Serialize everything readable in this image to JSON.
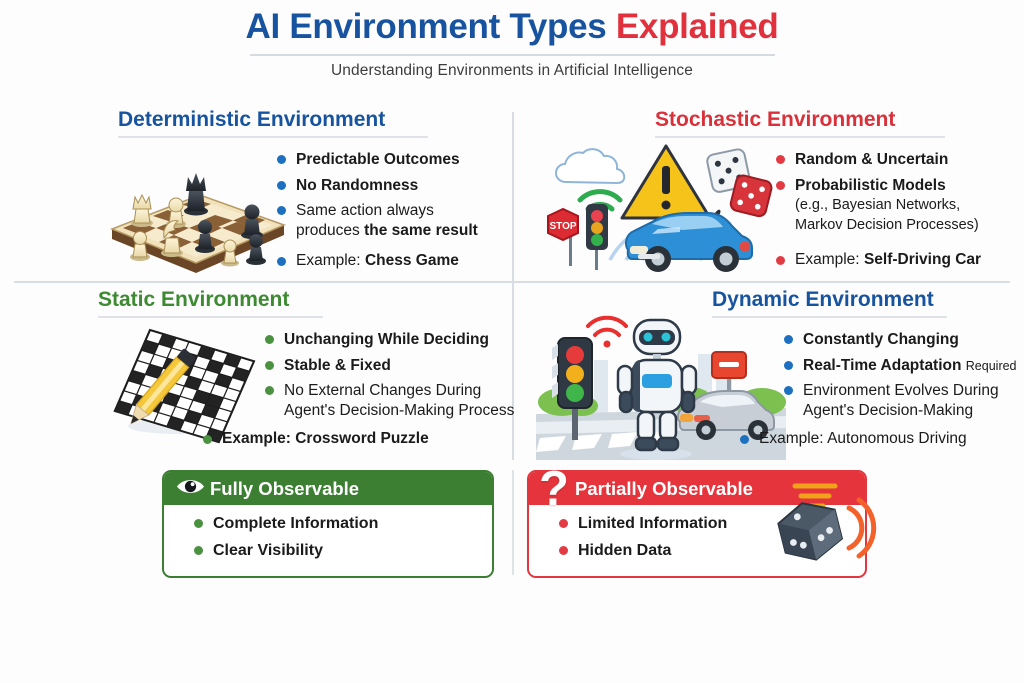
{
  "header": {
    "title_blue": "AI Environment Types",
    "title_red": "Explained",
    "subtitle": "Understanding Environments in Artificial Intelligence"
  },
  "colors": {
    "blue": "#17539f",
    "red": "#d9313a",
    "green": "#3e8a33",
    "bullet_blue": "#1d6fc0",
    "bullet_red": "#e23b44",
    "bullet_green": "#4a9140",
    "background": "#fdfdfe",
    "divider": "#d8dde3"
  },
  "quadrants": [
    {
      "id": "deterministic",
      "heading": "Deterministic Environment",
      "accent": "blue",
      "illustration": "chessboard-illustration",
      "bullets": [
        {
          "text": "Predictable Outcomes",
          "bold": true
        },
        {
          "text": "No Randomness",
          "bold": true
        },
        {
          "text": "Same action always",
          "bold": false,
          "second_line_plain": "produces ",
          "second_line_bold": "the same result"
        }
      ],
      "example_label": "Example:",
      "example_value": "Chess Game"
    },
    {
      "id": "stochastic",
      "heading": "Stochastic Environment",
      "accent": "red",
      "illustration": "self-driving-car-illustration",
      "bullets": [
        {
          "text": "Random & Uncertain",
          "bold": true
        },
        {
          "text": "Probabilistic Models",
          "bold": true,
          "note_line_1": "(e.g., Bayesian Networks,",
          "note_line_2": "Markov Decision Processes)"
        }
      ],
      "example_label": "Example:",
      "example_value": "Self-Driving Car"
    },
    {
      "id": "static",
      "heading": "Static Environment",
      "accent": "green",
      "illustration": "crossword-puzzle-illustration",
      "bullets": [
        {
          "text": "Unchanging While Deciding",
          "bold": true
        },
        {
          "text": "Stable & Fixed",
          "bold": true
        },
        {
          "text": "No External Changes During",
          "bold": false,
          "second_line_plain": "Agent's Decision-Making Process"
        }
      ],
      "example_label": "Example:",
      "example_value": "Crossword Puzzle"
    },
    {
      "id": "dynamic",
      "heading": "Dynamic Environment",
      "accent": "blue",
      "illustration": "robot-traffic-illustration",
      "bullets": [
        {
          "text": "Constantly Changing",
          "bold": true
        },
        {
          "text": "Real-Time Adaptation",
          "bold": true,
          "tail": "Required"
        },
        {
          "text": "Environment Evolves During",
          "bold": false,
          "second_line_plain": "Agent's Decision-Making"
        }
      ],
      "example_label": "Example:",
      "example_value": "Autonomous Driving"
    }
  ],
  "cards": [
    {
      "id": "fully-observable",
      "title": "Fully Observable",
      "accent": "green",
      "icon": "eye-icon",
      "bullets": [
        "Complete Information",
        "Clear Visibility"
      ]
    },
    {
      "id": "partially-observable",
      "title": "Partially Observable",
      "accent": "red",
      "icon": "question-mark-icon",
      "decoration": "dice-signal-illustration",
      "bullets": [
        "Limited Information",
        "Hidden Data"
      ]
    }
  ]
}
